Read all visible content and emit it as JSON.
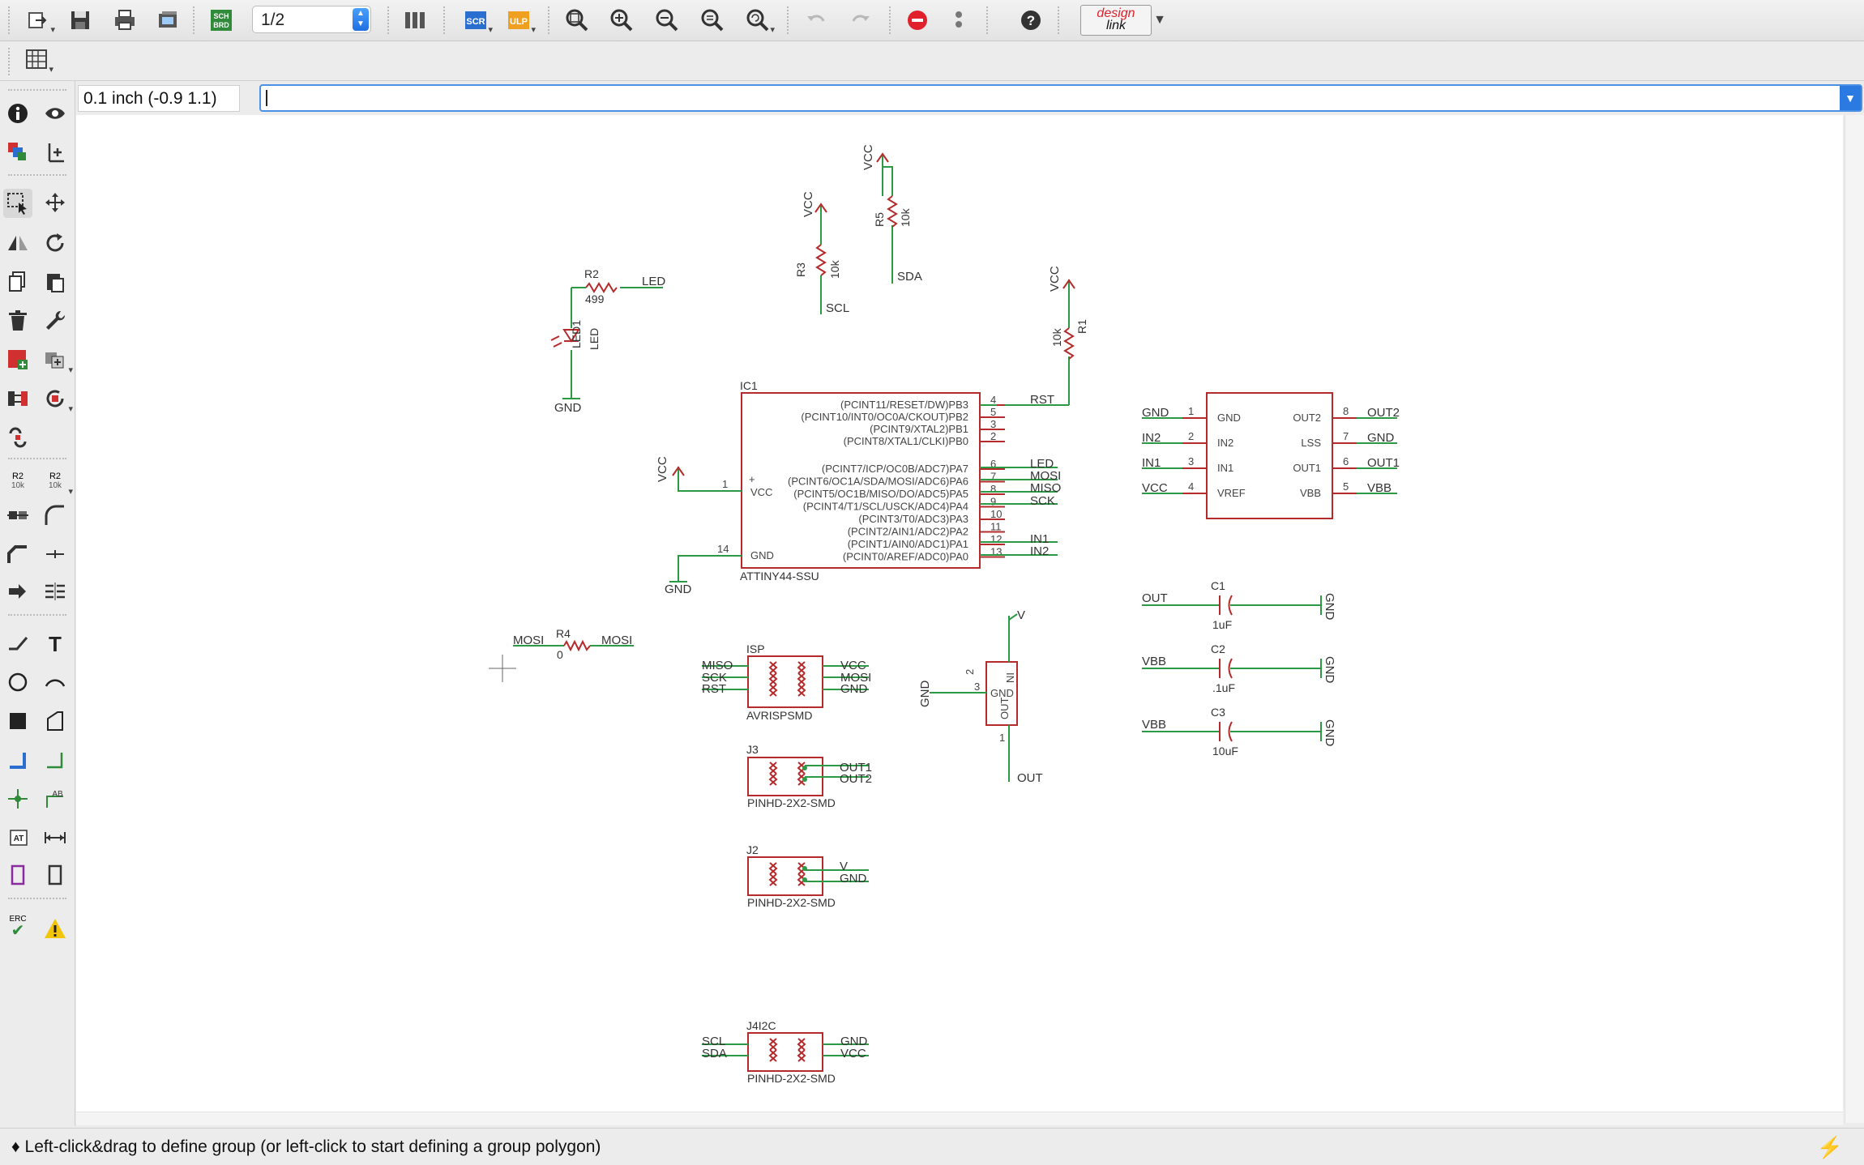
{
  "toolbar": {
    "sheet_selector": "1/2",
    "logo_line1": "design",
    "logo_line2": "link",
    "icons": [
      "open-icon",
      "save-icon",
      "print-icon",
      "cam-icon",
      "sch-brd-icon",
      "library-icon",
      "script-icon",
      "ulp-icon",
      "zoom-fit-icon",
      "zoom-in-icon",
      "zoom-out-icon",
      "zoom-select-icon",
      "zoom-redraw-icon",
      "undo-icon",
      "redo-icon",
      "stop-icon",
      "go-icon",
      "help-icon"
    ],
    "sch_label": "SCH\nBRD",
    "scr_label": "SCR",
    "ulp_label": "ULP"
  },
  "coordinates": "0.1 inch (-0.9 1.1)",
  "command_line": {
    "value": ""
  },
  "left_tools": [
    "info",
    "show",
    "layers",
    "mark",
    "group",
    "move",
    "mirror",
    "rotate",
    "copy",
    "paste",
    "delete",
    "change",
    "add",
    "replace",
    "gate-swap",
    "pin-swap",
    "name",
    "value",
    "split",
    "miter",
    "smash",
    "optimize",
    "invoke",
    "split-bus",
    "wire",
    "text",
    "circle",
    "arc",
    "rect",
    "polygon",
    "bus",
    "net",
    "junction",
    "label",
    "attribute",
    "dimension",
    "frame",
    "module",
    "erc",
    "errors"
  ],
  "left_tool_labels": {
    "name_r": "R2",
    "name_v": "10k",
    "erc": "ERC"
  },
  "statusbar": {
    "message": "♦ Left-click&drag to define group (or left-click to start defining a group polygon)"
  },
  "schematic": {
    "labels": {
      "vcc": "VCC",
      "gnd": "GND",
      "led": "LED",
      "sda": "SDA",
      "scl": "SCL",
      "rst": "RST",
      "mosi": "MOSI",
      "miso": "MISO",
      "sck": "SCK",
      "in1": "IN1",
      "in2": "IN2",
      "out1": "OUT1",
      "out2": "OUT2",
      "vbb": "VBB",
      "out": "OUT",
      "v": "V",
      "vcc_small": "VCC"
    },
    "r2": {
      "name": "R2",
      "value": "499"
    },
    "led1": {
      "name": "LED1",
      "value": "LED"
    },
    "r3": {
      "name": "R3",
      "value": "10k"
    },
    "r5": {
      "name": "R5",
      "value": "10k"
    },
    "r1": {
      "name": "R1",
      "value": "10k"
    },
    "r4": {
      "name": "R4",
      "value": "0"
    },
    "ic1": {
      "name": "IC1",
      "value": "ATTINY44-SSU",
      "vcc_pin": "VCC",
      "gnd_pin": "GND",
      "vcc_num": "1",
      "gnd_num": "14",
      "pins_top": [
        {
          "label": "(PCINT11/RESET/DW)PB3",
          "num": "4"
        },
        {
          "label": "(PCINT10/INT0/OC0A/CKOUT)PB2",
          "num": "5"
        },
        {
          "label": "(PCINT9/XTAL2)PB1",
          "num": "3"
        },
        {
          "label": "(PCINT8/XTAL1/CLKI)PB0",
          "num": "2"
        }
      ],
      "pins_bottom": [
        {
          "label": "(PCINT7/ICP/OC0B/ADC7)PA7",
          "num": "6"
        },
        {
          "label": "(PCINT6/OC1A/SDA/MOSI/ADC6)PA6",
          "num": "7"
        },
        {
          "label": "(PCINT5/OC1B/MISO/DO/ADC5)PA5",
          "num": "8"
        },
        {
          "label": "(PCINT4/T1/SCL/USCK/ADC4)PA4",
          "num": "9"
        },
        {
          "label": "(PCINT3/T0/ADC3)PA3",
          "num": "10"
        },
        {
          "label": "(PCINT2/AIN1/ADC2)PA2",
          "num": "11"
        },
        {
          "label": "(PCINT1/AIN0/ADC1)PA1",
          "num": "12"
        },
        {
          "label": "(PCINT0/AREF/ADC0)PA0",
          "num": "13"
        }
      ]
    },
    "driver": {
      "left_pins": [
        {
          "label": "GND",
          "num": "1",
          "net": "GND"
        },
        {
          "label": "IN2",
          "num": "2",
          "net": "IN2"
        },
        {
          "label": "IN1",
          "num": "3",
          "net": "IN1"
        },
        {
          "label": "VREF",
          "num": "4",
          "net": "VCC"
        }
      ],
      "right_pins": [
        {
          "label": "OUT2",
          "num": "8",
          "net": "OUT2"
        },
        {
          "label": "LSS",
          "num": "7",
          "net": "GND"
        },
        {
          "label": "OUT1",
          "num": "6",
          "net": "OUT1"
        },
        {
          "label": "VBB",
          "num": "5",
          "net": "VBB"
        }
      ]
    },
    "isp": {
      "name": "ISP",
      "value": "AVRISPSMD",
      "pins": [
        "MISO",
        "SCK",
        "RST",
        "VCC",
        "MOSI",
        "GND"
      ]
    },
    "j3": {
      "name": "J3",
      "value": "PINHD-2X2-SMD"
    },
    "j2": {
      "name": "J2",
      "value": "PINHD-2X2-SMD"
    },
    "j4": {
      "name": "J4I2C",
      "value": "PINHD-2X2-SMD"
    },
    "regulator": {
      "in": "IN",
      "gnd": "GND",
      "out": "OUT",
      "n1": "1",
      "n2": "2",
      "n3": "3"
    },
    "caps": [
      {
        "name": "C1",
        "value": "1uF",
        "net": "OUT"
      },
      {
        "name": "C2",
        "value": ".1uF",
        "net": "VBB"
      },
      {
        "name": "C3",
        "value": "10uF",
        "net": "VBB"
      }
    ]
  }
}
